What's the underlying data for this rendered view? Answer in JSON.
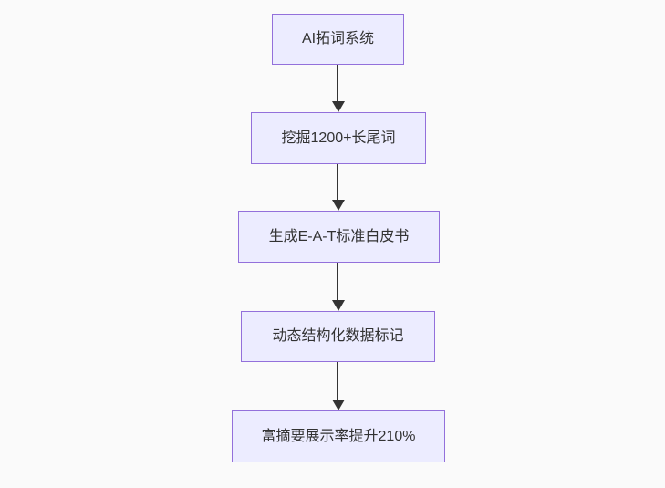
{
  "diagram": {
    "type": "flowchart-top-down",
    "canvas_background": "#fafafa",
    "node_fill_color": "#ECECFF",
    "node_border_color": "#9370DB",
    "node_text_color": "#333333",
    "arrow_color": "#333333",
    "nodes": [
      {
        "id": "node-1",
        "label": "AI拓词系统"
      },
      {
        "id": "node-2",
        "label": "挖掘1200+长尾词"
      },
      {
        "id": "node-3",
        "label": "生成E-A-T标准白皮书"
      },
      {
        "id": "node-4",
        "label": "动态结构化数据标记"
      },
      {
        "id": "node-5",
        "label": "富摘要展示率提升210%"
      }
    ],
    "edges": [
      {
        "from": "node-1",
        "to": "node-2"
      },
      {
        "from": "node-2",
        "to": "node-3"
      },
      {
        "from": "node-3",
        "to": "node-4"
      },
      {
        "from": "node-4",
        "to": "node-5"
      }
    ]
  }
}
